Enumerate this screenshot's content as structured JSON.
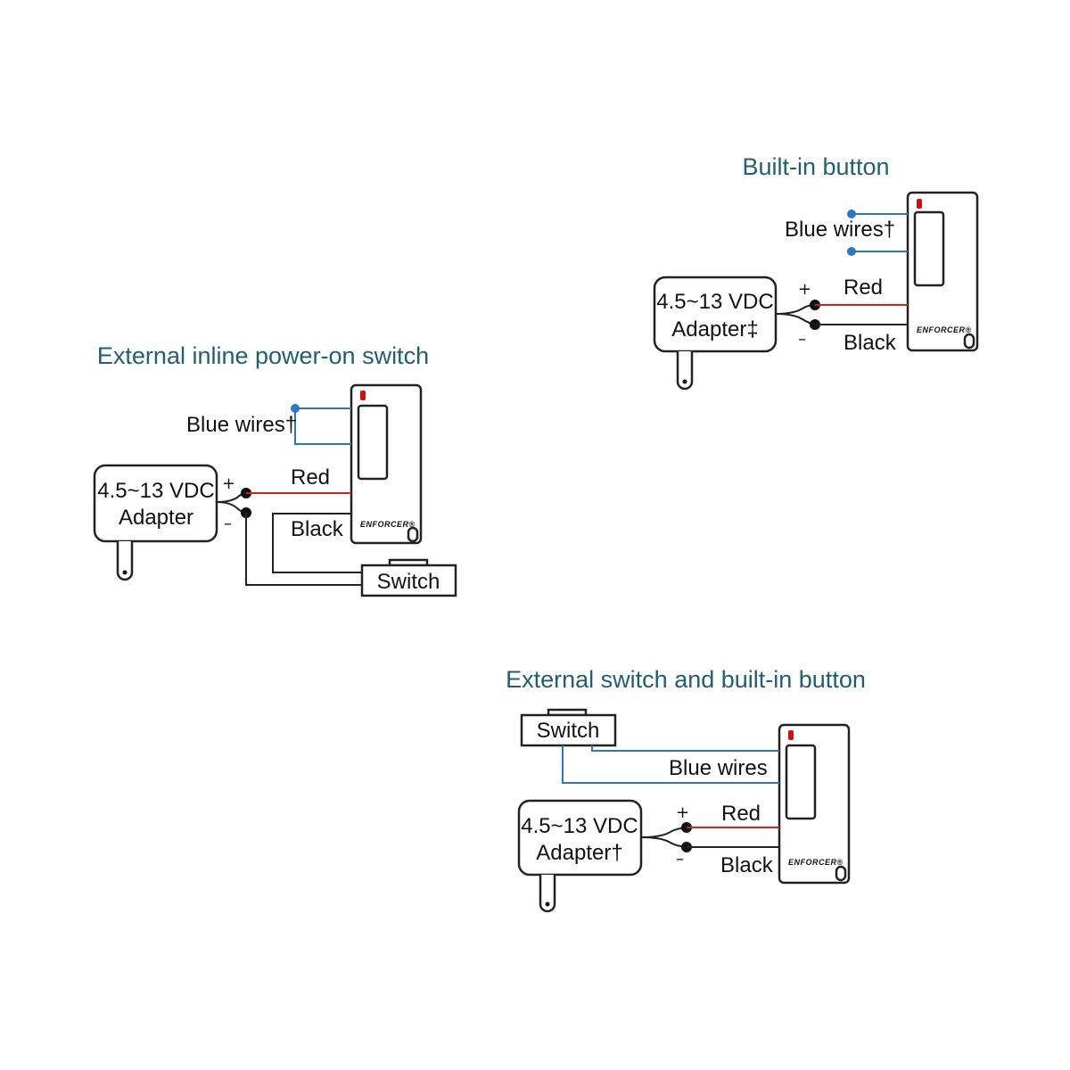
{
  "diagrams": {
    "builtin": {
      "title": "Built-in button",
      "blue_label": "Blue wires†",
      "adapter_line1": "4.5~13 VDC",
      "adapter_line2": "Adapter‡",
      "plus": "+",
      "minus": "–",
      "red_label": "Red",
      "black_label": "Black",
      "brand": "ENFORCER®"
    },
    "inline": {
      "title": "External inline power-on switch",
      "blue_label": "Blue wires†",
      "adapter_line1": "4.5~13 VDC",
      "adapter_line2": "Adapter",
      "plus": "+",
      "minus": "–",
      "red_label": "Red",
      "black_label": "Black",
      "switch_label": "Switch",
      "brand": "ENFORCER®"
    },
    "combined": {
      "title": "External switch and built-in button",
      "switch_label": "Switch",
      "blue_label": "Blue wires",
      "adapter_line1": "4.5~13 VDC",
      "adapter_line2": "Adapter†",
      "plus": "+",
      "minus": "–",
      "red_label": "Red",
      "black_label": "Black",
      "brand": "ENFORCER®"
    }
  },
  "colors": {
    "title": "#1f5f73",
    "red_wire": "#d0201f",
    "blue_wire": "#2a78c0",
    "led": "#cc1111"
  }
}
